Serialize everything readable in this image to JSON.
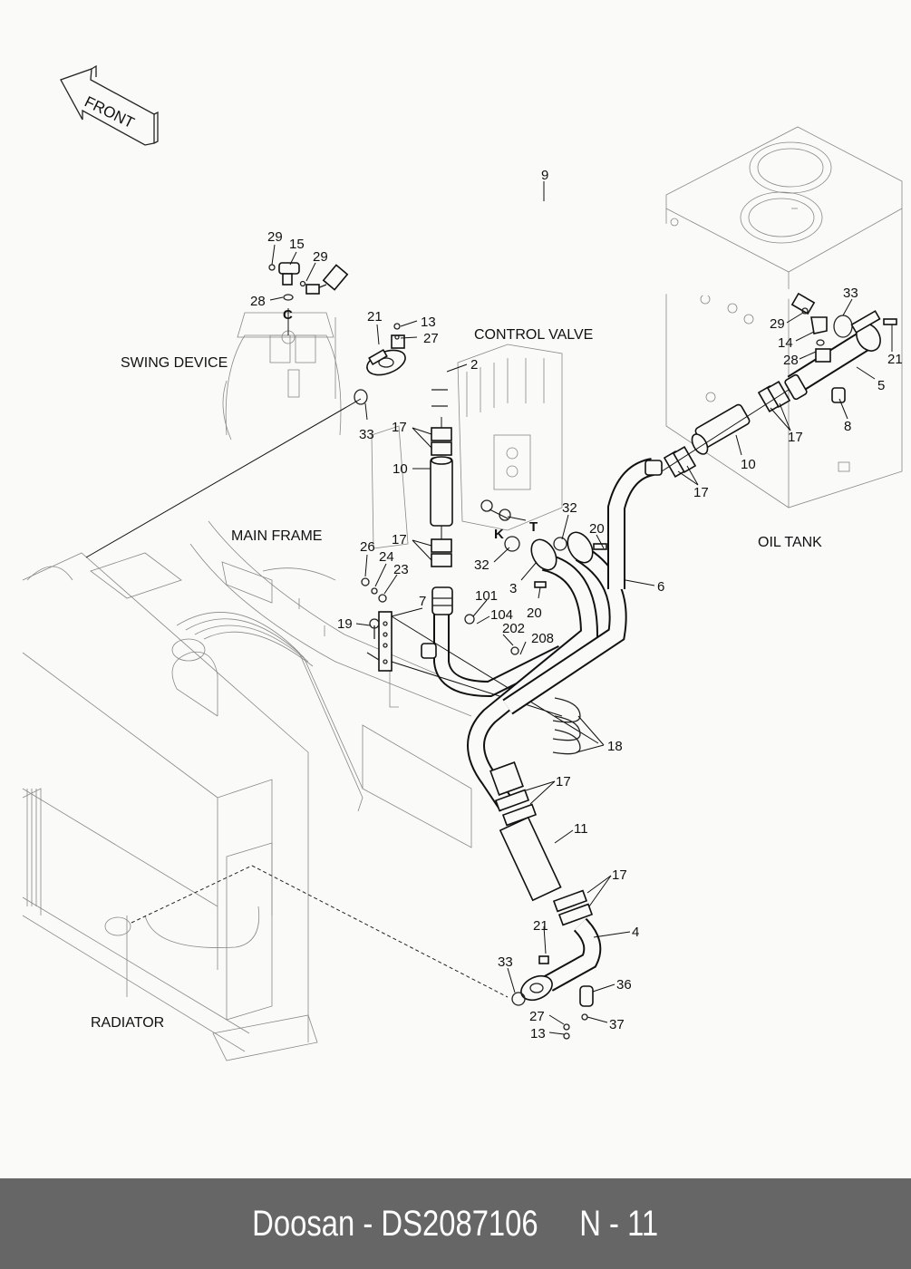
{
  "diagram": {
    "front_arrow_label": "FRONT",
    "sections": {
      "swing_device": "SWING DEVICE",
      "control_valve": "CONTROL VALVE",
      "main_frame": "MAIN FRAME",
      "oil_tank": "OIL TANK",
      "radiator": "RADIATOR"
    },
    "ports": {
      "c": "C",
      "k": "K",
      "t": "T"
    },
    "callouts": [
      {
        "id": "c9",
        "label": "9"
      },
      {
        "id": "c29a",
        "label": "29"
      },
      {
        "id": "c15",
        "label": "15"
      },
      {
        "id": "c29b",
        "label": "29"
      },
      {
        "id": "c28a",
        "label": "28"
      },
      {
        "id": "c21a",
        "label": "21"
      },
      {
        "id": "c13a",
        "label": "13"
      },
      {
        "id": "c27a",
        "label": "27"
      },
      {
        "id": "c2",
        "label": "2"
      },
      {
        "id": "c33a",
        "label": "33"
      },
      {
        "id": "c17a",
        "label": "17"
      },
      {
        "id": "c10a",
        "label": "10"
      },
      {
        "id": "c17b",
        "label": "17"
      },
      {
        "id": "c26",
        "label": "26"
      },
      {
        "id": "c24",
        "label": "24"
      },
      {
        "id": "c23",
        "label": "23"
      },
      {
        "id": "c7",
        "label": "7"
      },
      {
        "id": "c19",
        "label": "19"
      },
      {
        "id": "c101",
        "label": "101"
      },
      {
        "id": "c104",
        "label": "104"
      },
      {
        "id": "c202",
        "label": "202"
      },
      {
        "id": "c208",
        "label": "208"
      },
      {
        "id": "c32a",
        "label": "32"
      },
      {
        "id": "c32b",
        "label": "32"
      },
      {
        "id": "c3",
        "label": "3"
      },
      {
        "id": "c20a",
        "label": "20"
      },
      {
        "id": "c20b",
        "label": "20"
      },
      {
        "id": "c6",
        "label": "6"
      },
      {
        "id": "c33b",
        "label": "33"
      },
      {
        "id": "c29c",
        "label": "29"
      },
      {
        "id": "c14",
        "label": "14"
      },
      {
        "id": "c28b",
        "label": "28"
      },
      {
        "id": "c21b",
        "label": "21"
      },
      {
        "id": "c5",
        "label": "5"
      },
      {
        "id": "c8",
        "label": "8"
      },
      {
        "id": "c17c",
        "label": "17"
      },
      {
        "id": "c10b",
        "label": "10"
      },
      {
        "id": "c17d",
        "label": "17"
      },
      {
        "id": "c18",
        "label": "18"
      },
      {
        "id": "c17e",
        "label": "17"
      },
      {
        "id": "c11",
        "label": "11"
      },
      {
        "id": "c17f",
        "label": "17"
      },
      {
        "id": "c4",
        "label": "4"
      },
      {
        "id": "c21c",
        "label": "21"
      },
      {
        "id": "c33c",
        "label": "33"
      },
      {
        "id": "c36",
        "label": "36"
      },
      {
        "id": "c27b",
        "label": "27"
      },
      {
        "id": "c13b",
        "label": "13"
      },
      {
        "id": "c37",
        "label": "37"
      }
    ]
  },
  "footer": {
    "brand": "Doosan",
    "separator": "-",
    "part_number": "DS2087106",
    "ref": "N - 11"
  }
}
